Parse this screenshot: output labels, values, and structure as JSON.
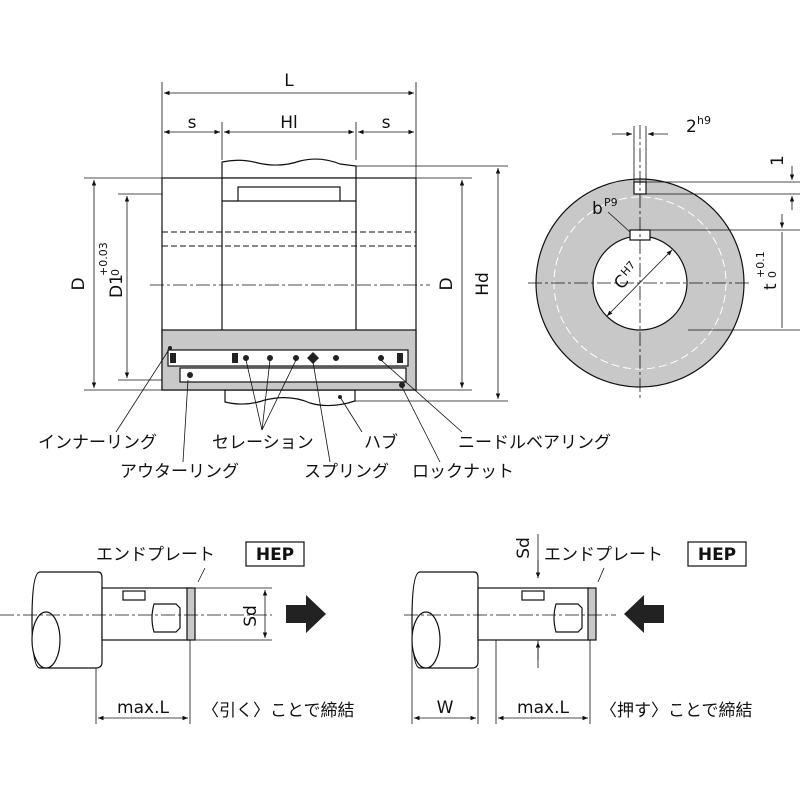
{
  "top_view": {
    "dim_L": "L",
    "dim_s_left": "s",
    "dim_Hl": "Hl",
    "dim_s_right": "s",
    "dim_D_left": "D",
    "dim_D1": "D1",
    "dim_D1_sub": "0",
    "dim_D1_tol_upper": "+0.03",
    "dim_D1_tol_lower": "0",
    "dim_D_right": "D",
    "dim_Hd": "Hd"
  },
  "side_view": {
    "dim_2": "2",
    "dim_2_tol": "h9",
    "dim_1": "1",
    "dim_b": "b",
    "dim_b_tol": "P9",
    "dim_C": "C",
    "dim_C_tol": "H7",
    "dim_t": "t",
    "dim_t_tol_upper": "+0.1",
    "dim_t_tol_lower": "0"
  },
  "parts": {
    "inner_ring": "インナーリング",
    "outer_ring": "アウターリング",
    "serration": "セレーション",
    "spring": "スプリング",
    "hub": "ハブ",
    "lock_nut": "ロックナット",
    "needle_bearing": "ニードルベアリング"
  },
  "bottom_left": {
    "end_plate_label": "エンドプレート",
    "hep_badge": "HEP",
    "dim_Sd": "Sd",
    "dim_maxL": "max.L",
    "caption": "〈引く〉ことで締結"
  },
  "bottom_right": {
    "end_plate_label": "エンドプレート",
    "hep_badge": "HEP",
    "dim_Sd": "Sd",
    "dim_W": "W",
    "dim_maxL": "max.L",
    "caption": "〈押す〉ことで締結"
  }
}
